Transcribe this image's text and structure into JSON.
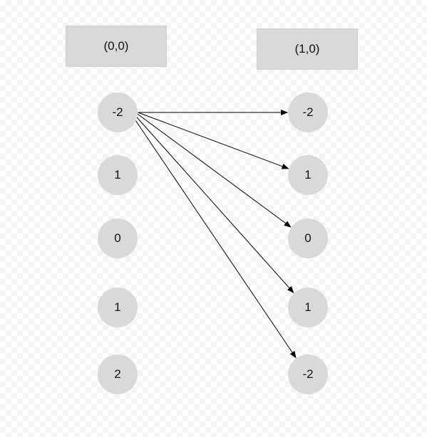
{
  "headers": {
    "left": "(0,0)",
    "right": "(1,0)"
  },
  "left_column": [
    "-2",
    "1",
    "0",
    "1",
    "2"
  ],
  "right_column": [
    "-2",
    "1",
    "0",
    "1",
    "-2"
  ],
  "edges": [
    {
      "from": 0,
      "to": 0
    },
    {
      "from": 0,
      "to": 1
    },
    {
      "from": 0,
      "to": 2
    },
    {
      "from": 0,
      "to": 3
    },
    {
      "from": 0,
      "to": 4
    }
  ],
  "colors": {
    "node_fill": "#d9d9d9",
    "box_fill": "#d9d9d9",
    "edge": "#000000"
  }
}
